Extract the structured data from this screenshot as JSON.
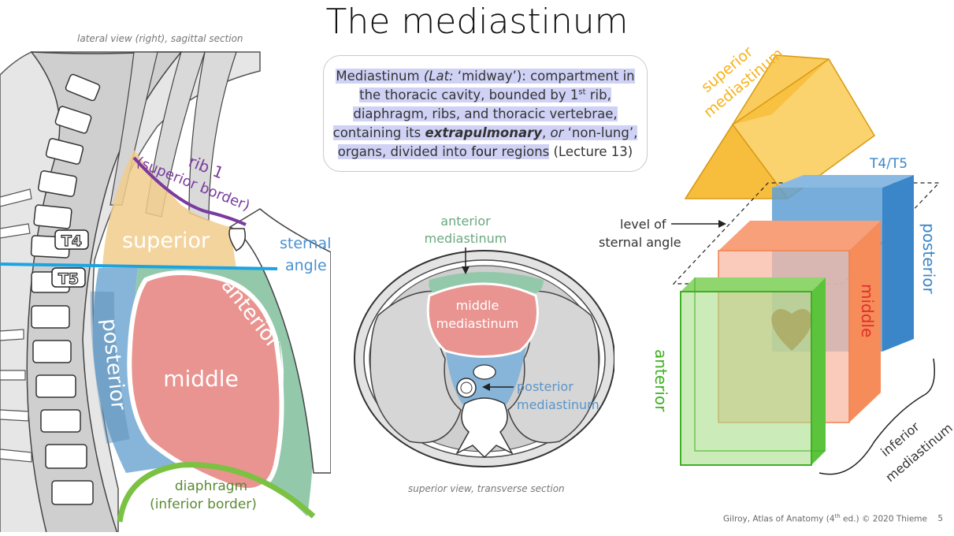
{
  "title": "The mediastinum",
  "lateral_caption": "lateral view (right), sagittal section",
  "transverse_caption": "superior view, transverse section",
  "definition": {
    "term": "Mediastinum",
    "lat_prefix": "(Lat:",
    "lat_word": " ‘midway’",
    "p1": "): compartment in the thoracic cavity, bounded by 1",
    "p1_sup": "st",
    "p2": " rib, diaphragm, ribs, and thoracic vertebrae, containing its ",
    "extrapulmonary": "extrapulmonary",
    "p3": ", ",
    "or_word": "or",
    "p4": " ‘non-lung’, organs, divided into ",
    "four": "four",
    "p5": " regions",
    "lecture": " (Lecture 13)"
  },
  "lateral": {
    "rib1": "rib 1",
    "rib1_sub": "(superior border)",
    "t4": "T4",
    "t5": "T5",
    "superior": "superior",
    "sternal_angle_1": "sternal",
    "sternal_angle_2": "angle",
    "anterior": "anterior",
    "posterior": "posterior",
    "middle": "middle",
    "diaphragm_1": "diaphragm",
    "diaphragm_2": "(inferior border)"
  },
  "transverse": {
    "anterior_1": "anterior",
    "anterior_2": "mediastinum",
    "middle_1": "middle",
    "middle_2": "mediastinum",
    "posterior_1": "posterior",
    "posterior_2": "mediastinum"
  },
  "box3d": {
    "superior_1": "superior",
    "superior_2": "mediastinum",
    "t4t5": "T4/T5",
    "level_1": "level of",
    "level_2": "sternal angle",
    "posterior": "posterior",
    "middle": "middle",
    "anterior": "anterior",
    "inferior_1": "inferior",
    "inferior_2": "mediastinum"
  },
  "footer": {
    "credit_a": "Gilroy, Atlas of Anatomy (4",
    "credit_sup": "th",
    "credit_b": " ed.) © 2020 Thieme",
    "page": "5"
  },
  "colors": {
    "superior": "#f2cd8c",
    "anterior": "#93c9aa",
    "middle": "#e99490",
    "posterior": "#86b5d9",
    "rib_purple": "#7a3b9e",
    "sternal_line": "#1ba4e0",
    "diaphragm": "#7bc142",
    "box_superior": "#f6b21b",
    "box_posterior": "#3a86c8",
    "box_middle": "#f58c5a",
    "box_anterior": "#5bc43c"
  }
}
